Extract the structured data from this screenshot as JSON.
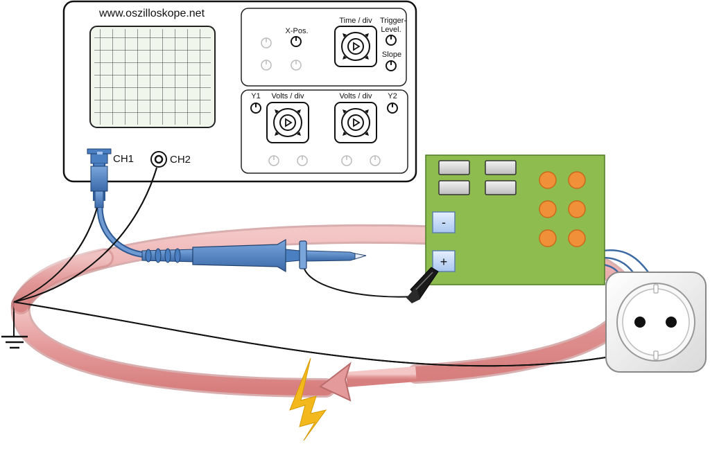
{
  "oscilloscope": {
    "website": "www.oszilloskope.net",
    "xpos_label": "X-Pos.",
    "time_div_label": "Time / div",
    "trigger_label_1": "Trigger-",
    "trigger_label_2": "Level.",
    "slope_label": "Slope",
    "y1_label": "Y1",
    "y2_label": "Y2",
    "volts_div_left_label": "Volts / div",
    "volts_div_right_label": "Volts / div",
    "ch1_label": "CH1",
    "ch2_label": "CH2"
  },
  "circuit_board": {
    "minus_label": "-",
    "plus_label": "+"
  },
  "colors": {
    "probe": "#4a7fc1",
    "board": "#8fbc4f",
    "component": "#f0913a",
    "current_loop": "#e8a0a0",
    "lightning": "#f2b81c"
  },
  "icons": [
    "ground-icon",
    "lightning-icon",
    "power-socket-icon",
    "current-loop-arrow"
  ]
}
